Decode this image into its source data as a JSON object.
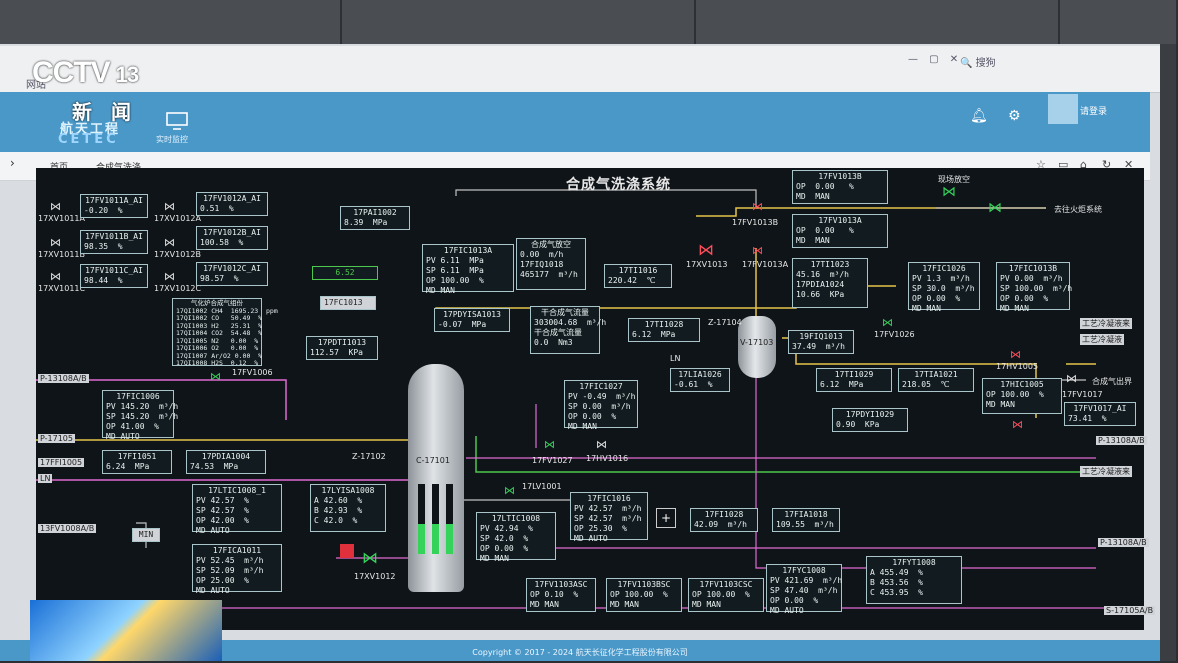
{
  "broadcast": {
    "logo": "CCTV",
    "channel": "13",
    "news": "新 闻"
  },
  "browser": {
    "address": "🔍 搜狗",
    "tab_hint": "网站",
    "window_controls": "— ▢ ✕"
  },
  "app": {
    "logo_cn": "航天工程",
    "logo_en": "CETEC",
    "nav_label": "实时监控",
    "user": "请登录",
    "avatar": "avatar"
  },
  "tabs": {
    "home": "首页",
    "active": "合成气洗涤"
  },
  "tab_icons": [
    "star-icon",
    "monitor-icon",
    "home-icon",
    "refresh-icon",
    "close-icon"
  ],
  "hmi": {
    "title": "合成气洗涤系统",
    "valves_left": [
      "17XV1011A",
      "17XV1012A",
      "17XV1011B",
      "17XV1012B",
      "17XV1011C",
      "17XV1012C"
    ],
    "labels": {
      "to_flare": "去往火炬系统",
      "site_warn": "现场放空",
      "rec1": "工艺冷凝液来",
      "rec2": "工艺冷凝液",
      "rec3": "工艺冷凝液来",
      "out_gas": "合成气出界",
      "p1": "P-13108A/B",
      "p2": "P-17105",
      "p3": "17FFI1005",
      "ln": "LN",
      "ln2": "LN",
      "p4": "P-13108A/B",
      "p5": "P-13108A/B",
      "p6": "S-17105A/B",
      "p7": "13FV1008A/B",
      "c1": "C-17101",
      "z1": "Z-17102",
      "z2": "Z-17104",
      "v1": "V-17103",
      "fv1006": "17FV1006",
      "fv1026": "17FV1026",
      "fv1027": "17FV1027",
      "hv1016": "17HV1016",
      "lv1001": "17LV1001",
      "xv1012": "17XV1012",
      "xv1013": "17XV1013",
      "fv1013b": "17FV1013B",
      "fv1013a": "17FV1013A",
      "hv1005": "17HV1005",
      "fv1017": "17FV1017",
      "fc1013": "17FC1013",
      "min": "MIN",
      "value652": "6.52"
    }
  },
  "boxes": [
    {
      "id": "b1",
      "lines": [
        "17FV1011A_AI",
        "-0.20  %"
      ]
    },
    {
      "id": "b2",
      "lines": [
        "17FV1012A_AI",
        "0.51  %"
      ]
    },
    {
      "id": "b3",
      "lines": [
        "17FV1011B_AI",
        "98.35  %"
      ]
    },
    {
      "id": "b4",
      "lines": [
        "17FV1012B_AI",
        "100.58  %"
      ]
    },
    {
      "id": "b5",
      "lines": [
        "17FV1011C_AI",
        "98.44  %"
      ]
    },
    {
      "id": "b6",
      "lines": [
        "17FV1012C_AI",
        "98.57  %"
      ]
    },
    {
      "id": "b7",
      "lines": [
        "17PAI1002",
        "8.39  MPa"
      ]
    },
    {
      "id": "b8",
      "lines": [
        "17FIC1013A",
        "PV 6.11  MPa",
        "SP 6.11  MPa",
        "OP 100.00  %",
        "MD MAN"
      ]
    },
    {
      "id": "b9",
      "lines": [
        "合成气放空",
        "0.00  m/h",
        "17FIQ1018",
        "465177  m³/h"
      ]
    },
    {
      "id": "b10",
      "lines": [
        "17TI1016",
        "220.42  ℃"
      ]
    },
    {
      "id": "b11",
      "lines": [
        "17FV1013B",
        "OP  0.00   %",
        "MD  MAN"
      ]
    },
    {
      "id": "b12",
      "lines": [
        "17FV1013A",
        "OP  0.00   %",
        "MD  MAN"
      ]
    },
    {
      "id": "b13",
      "lines": [
        "17TI1023",
        "45.16  m³/h",
        "17PDIA1024",
        "10.66  KPa"
      ]
    },
    {
      "id": "b14",
      "lines": [
        "17FIC1026",
        "PV 1.3  m³/h",
        "SP 30.0  m³/h",
        "OP 0.00  %",
        "MD MAN"
      ]
    },
    {
      "id": "b15",
      "lines": [
        "17FIC1013B",
        "PV 0.00  m³/h",
        "SP 100.00  m³/h",
        "OP 0.00  %",
        "MD MAN"
      ]
    },
    {
      "id": "b16",
      "lines": [
        "气化炉合成气组份",
        "17QI1002 CH4  1695.23  ppm",
        "17QI1002 CO   50.49  %",
        "17QI1003 H2   25.31  %",
        "17QI1004 CO2  54.48  %",
        "17QI1005 N2   0.00  %",
        "17QI1006 O2   0.00  %",
        "17QI1007 Ar/O2 0.00  %",
        "17QI1008 H2S  0.12  %"
      ]
    },
    {
      "id": "b17",
      "lines": [
        "17PDYISA1013",
        "-0.07  MPa"
      ]
    },
    {
      "id": "b18",
      "lines": [
        "干合成气流量",
        "303004.68  m³/h",
        "干合成气流量",
        "0.0  Nm3"
      ]
    },
    {
      "id": "b19",
      "lines": [
        "17TI1028",
        "6.12  MPa"
      ]
    },
    {
      "id": "b20",
      "lines": [
        "17PDTI1013",
        "112.57  KPa"
      ]
    },
    {
      "id": "b21",
      "lines": [
        "19FIQ1013",
        "37.49  m³/h"
      ]
    },
    {
      "id": "b22",
      "lines": [
        "17FIC1006",
        "PV 145.20  m³/h",
        "SP 145.20  m³/h",
        "OP 41.00  %",
        "MD AUTO"
      ]
    },
    {
      "id": "b23",
      "lines": [
        "17FIC1027",
        "PV -0.49  m³/h",
        "SP 0.00  m³/h",
        "OP 0.00  %",
        "MD MAN"
      ]
    },
    {
      "id": "b24",
      "lines": [
        "17LIA1026",
        "-0.61  %"
      ]
    },
    {
      "id": "b25",
      "lines": [
        "17TI1029",
        "6.12  MPa"
      ]
    },
    {
      "id": "b26",
      "lines": [
        "17TIA1021",
        "218.05  ℃"
      ]
    },
    {
      "id": "b27",
      "lines": [
        "17HIC1005",
        "OP 100.00  %",
        "MD MAN"
      ]
    },
    {
      "id": "b28",
      "lines": [
        "17FV1017_AI",
        "73.41  %"
      ]
    },
    {
      "id": "b29",
      "lines": [
        "17PDYI1029",
        "0.90  KPa"
      ]
    },
    {
      "id": "b30",
      "lines": [
        "17FI1051",
        "6.24  MPa"
      ]
    },
    {
      "id": "b31",
      "lines": [
        "17PDIA1004",
        "74.53  MPa"
      ]
    },
    {
      "id": "b32",
      "lines": [
        "17LTIC1008_1",
        "PV 42.57  %",
        "SP 42.57  %",
        "OP 42.00  %",
        "MD AUTO"
      ]
    },
    {
      "id": "b33",
      "lines": [
        "17LYISA1008",
        "A 42.60  %",
        "B 42.93  %",
        "C 42.0  %"
      ]
    },
    {
      "id": "b34",
      "lines": [
        "17FIC1016",
        "PV 42.57  m³/h",
        "SP 42.57  m³/h",
        "OP 25.30  %",
        "MD AUTO"
      ]
    },
    {
      "id": "b35",
      "lines": [
        "17FI1028",
        "42.09  m³/h"
      ]
    },
    {
      "id": "b36",
      "lines": [
        "17FIA1018",
        "109.55  m³/h"
      ]
    },
    {
      "id": "b37",
      "lines": [
        "17LTIC1008",
        "PV 42.94  %",
        "SP 42.0  %",
        "OP 0.00  %",
        "MD MAN"
      ]
    },
    {
      "id": "b38",
      "lines": [
        "17FICA1011",
        "PV 52.45  m³/h",
        "SP 52.09  m³/h",
        "OP 25.00  %",
        "MD AUTO"
      ]
    },
    {
      "id": "b39",
      "lines": [
        "17FV1103ASC",
        "OP 0.10  %",
        "MD MAN"
      ]
    },
    {
      "id": "b40",
      "lines": [
        "17FV1103BSC",
        "OP 100.00  %",
        "MD MAN"
      ]
    },
    {
      "id": "b41",
      "lines": [
        "17FV1103CSC",
        "OP 100.00  %",
        "MD MAN"
      ]
    },
    {
      "id": "b42",
      "lines": [
        "17FYC1008",
        "PV 421.69  m³/h",
        "SP 47.40  m³/h",
        "OP 0.00  %",
        "MD AUTO"
      ]
    },
    {
      "id": "b43",
      "lines": [
        "17FYT1008",
        "A 455.49  %",
        "B 453.56  %",
        "C 453.95  %"
      ]
    }
  ],
  "footer": "Copyright © 2017 - 2024 航天长征化学工程股份有限公司",
  "colors": {
    "appbar": "#4a98c8",
    "hmi_bg": "#0f1418",
    "pipe_yellow": "#e6c34a",
    "pipe_pink": "#e06ad2",
    "pipe_green": "#4cc84c",
    "pipe_gray": "#c0c0c0",
    "valve_green": "#35d35a",
    "alarm_red": "#ff4d5a"
  }
}
